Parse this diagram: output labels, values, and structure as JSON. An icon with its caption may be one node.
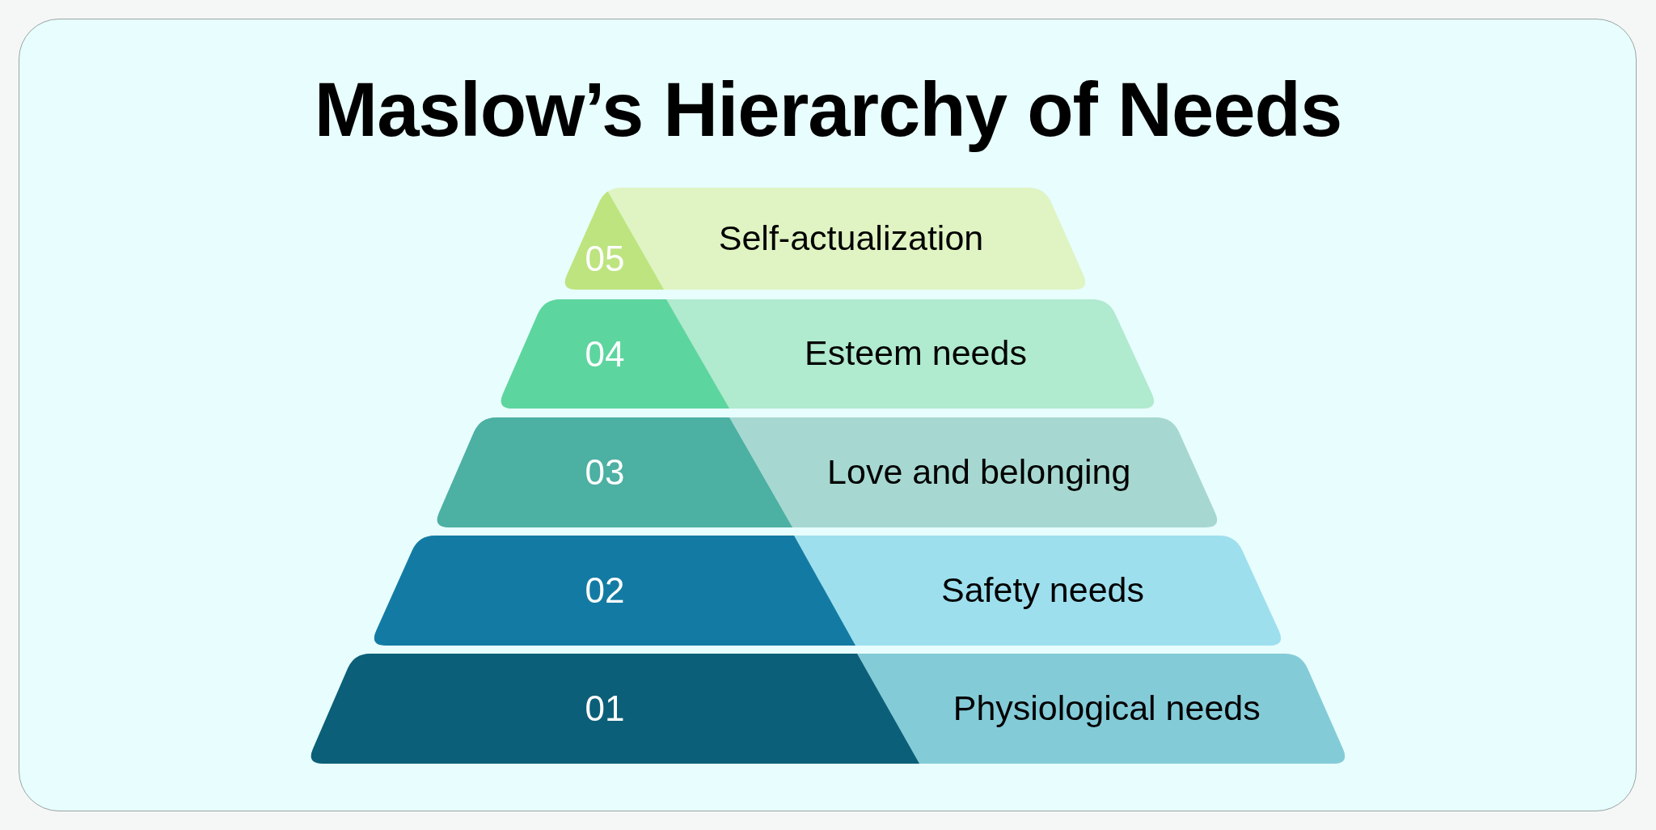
{
  "diagram": {
    "title": "Maslow’s Hierarchy of Needs",
    "nodes": [
      {
        "text": [
          "05",
          "Self-actualization"
        ]
      },
      {
        "text": [
          "04",
          "Esteem needs"
        ]
      },
      {
        "text": [
          "03",
          "Love and belonging"
        ]
      },
      {
        "text": [
          "02",
          "Safety needs"
        ]
      },
      {
        "text": [
          "01",
          "Physiological needs"
        ]
      }
    ]
  }
}
